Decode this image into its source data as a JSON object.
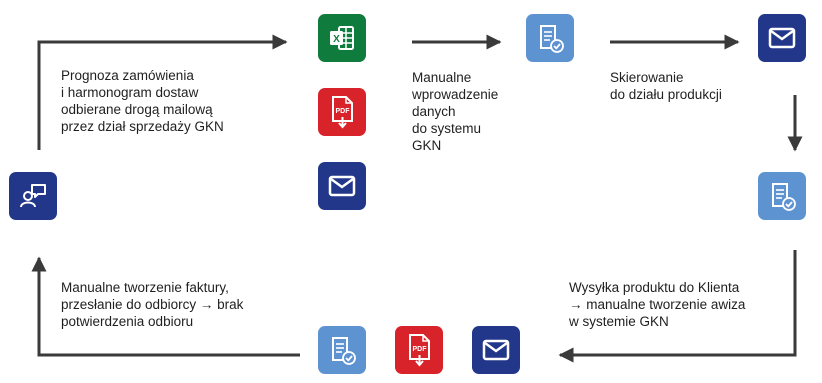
{
  "steps": {
    "forecast": "Prognoza zamówienia\ni harmonogram dostaw\nodbierane drogą mailową\nprzez dział sprzedaży GKN",
    "manual_entry": "Manualne\nwprowadzenie\ndanych\ndo systemu\nGKN",
    "direct": "Skierowanie\ndo działu produkcji",
    "shipping": "Wysyłka produktu do Klienta\n→ manualne tworzenie awiza\nw systemie GKN",
    "invoice": "Manualne tworzenie faktury,\nprzesłanie do odbiorcy → brak\npotwierdzenia odbioru"
  },
  "icon_labels": {
    "excel_letter": "X",
    "pdf_text": "PDF"
  },
  "colors": {
    "excel": "#0f7b3c",
    "pdf": "#d8232a",
    "mail": "#22368a",
    "document": "#5d93d1",
    "arrows": "#3a3a3a"
  },
  "icons": [
    "excel-icon",
    "pdf-icon",
    "mail-icon",
    "document-check-icon",
    "mail-icon",
    "document-check-icon",
    "mail-icon",
    "pdf-icon",
    "document-check-icon",
    "person-chat-icon"
  ]
}
